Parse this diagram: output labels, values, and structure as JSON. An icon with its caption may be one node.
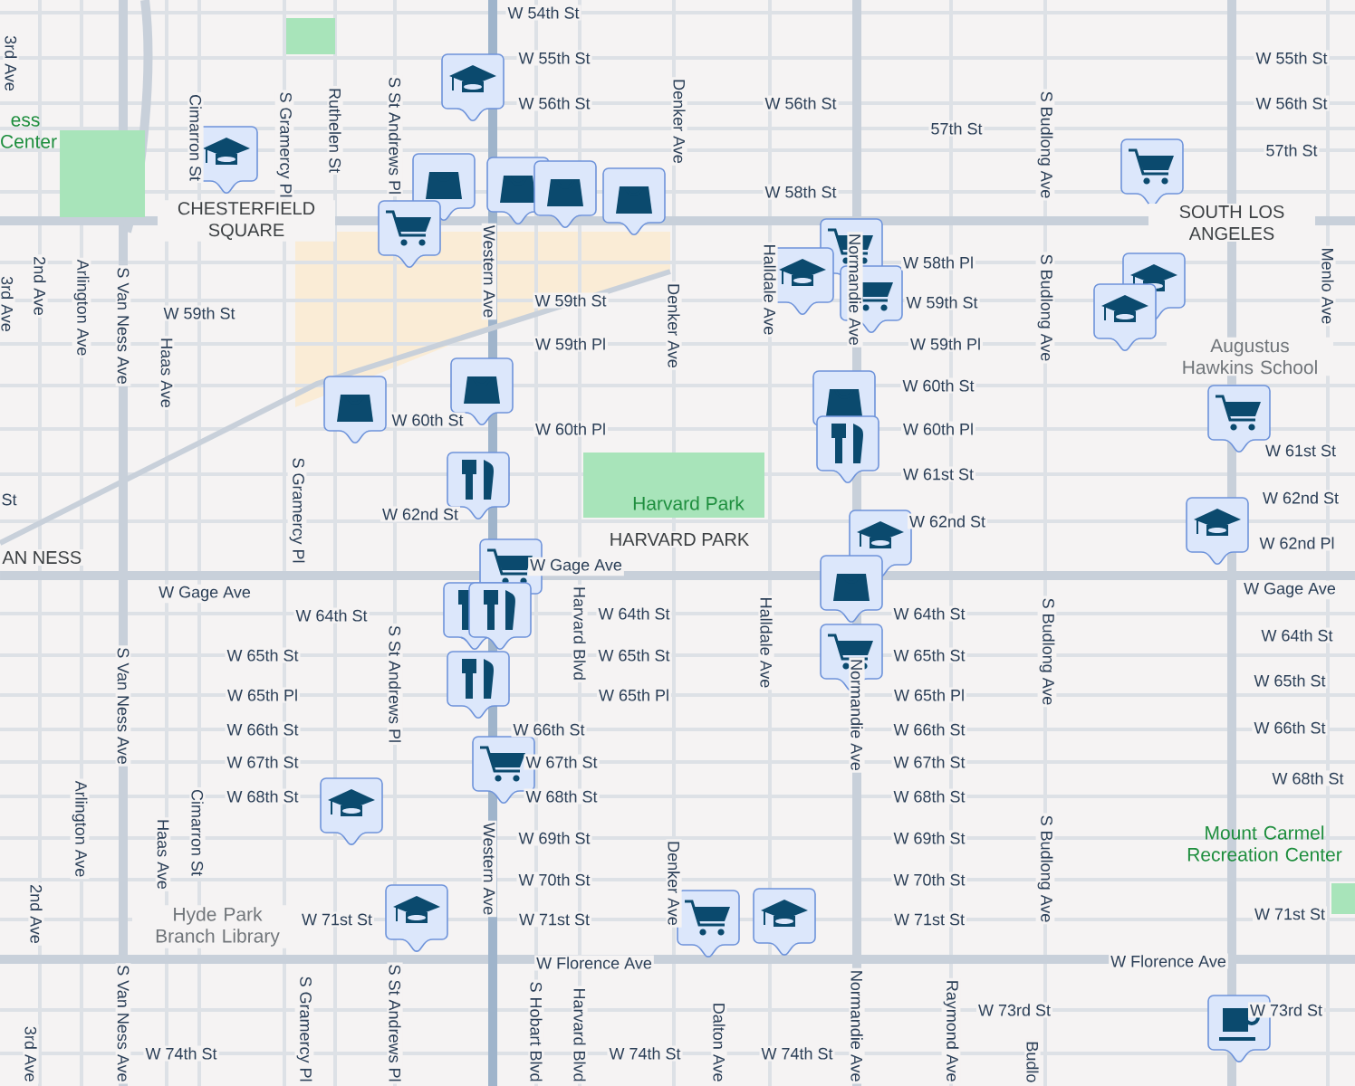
{
  "diagram": {
    "labels": [
      "W 54th St",
      "3rd Ave",
      "Cimarron St",
      "S Gramercy Pl",
      "Ruthelen St",
      "S St Andrews Pl",
      "W 55th St",
      "W 56th St",
      "Denker Ave",
      "W 56th St",
      "W 55th St",
      "W 56th St",
      "S Budlong Ave",
      "57th St",
      "57th St",
      "ess Center",
      "CHESTERFIELD SQUARE",
      "W 58th St",
      "SOUTH LOS ANGELES",
      "3rd Ave",
      "2nd Ave",
      "Arlington Ave",
      "S Van Ness Ave",
      "Haas Ave",
      "W 59th St",
      "Western Ave",
      "W 59th St",
      "Denker Ave",
      "Halldale Ave",
      "Normandie Ave",
      "W 58th Pl",
      "W 59th St",
      "S Budlong Ave",
      "Menlo Ave",
      "W 59th Pl",
      "W 59th Pl",
      "Augustus Hawkins School",
      "W 60th St",
      "W 60th Pl",
      "W 60th St",
      "W 60th Pl",
      "W 61st St",
      "W 61st St",
      "St",
      "S Gramercy Pl",
      "Harvard Park",
      "W 62nd St",
      "W 62nd St",
      "W 62nd St",
      "AN NESS",
      "HARVARD PARK",
      "W 62nd Pl",
      "W Gage Ave",
      "W Gage Ave",
      "W Gage Ave",
      "W 64th St",
      "Harvard Blvd",
      "W 64th St",
      "Halldale Ave",
      "W 64th St",
      "W 64th St",
      "S Van Ness Ave",
      "S St Andrews Pl",
      "W 65th St",
      "W 65th St",
      "W 65th St",
      "W 65th St",
      "Normandie Ave",
      "S Budlong Ave",
      "W 65th Pl",
      "W 65th Pl",
      "W 65th Pl",
      "W 66th St",
      "W 66th St",
      "W 66th St",
      "W 66th St",
      "W 67th St",
      "W 67th St",
      "W 67th St",
      "W 68th St",
      "W 68th St",
      "W 68th St",
      "W 68th St",
      "Arlington Ave",
      "Cimarron St",
      "Western Ave",
      "Denker Ave",
      "W 69th St",
      "W 69th St",
      "S Budlong Ave",
      "Mount Carmel Recreation Center",
      "W 70th St",
      "W 70th St",
      "2nd Ave",
      "Haas Ave",
      "Hyde Park Branch Library",
      "W 71st St",
      "W 71st St",
      "W 71st St",
      "W 71st St",
      "W Florence Ave",
      "W Florence Ave",
      "3rd Ave",
      "S Van Ness Ave",
      "S Gramercy Pl",
      "S St Andrews Pl",
      "S Hobart Blvd",
      "Harvard Blvd",
      "Dalton Ave",
      "Normandie Ave",
      "Raymond Ave",
      "Budlo",
      "W 73rd St",
      "W 73rd St",
      "W 74th St",
      "W 74th St",
      "W 74th St"
    ]
  }
}
